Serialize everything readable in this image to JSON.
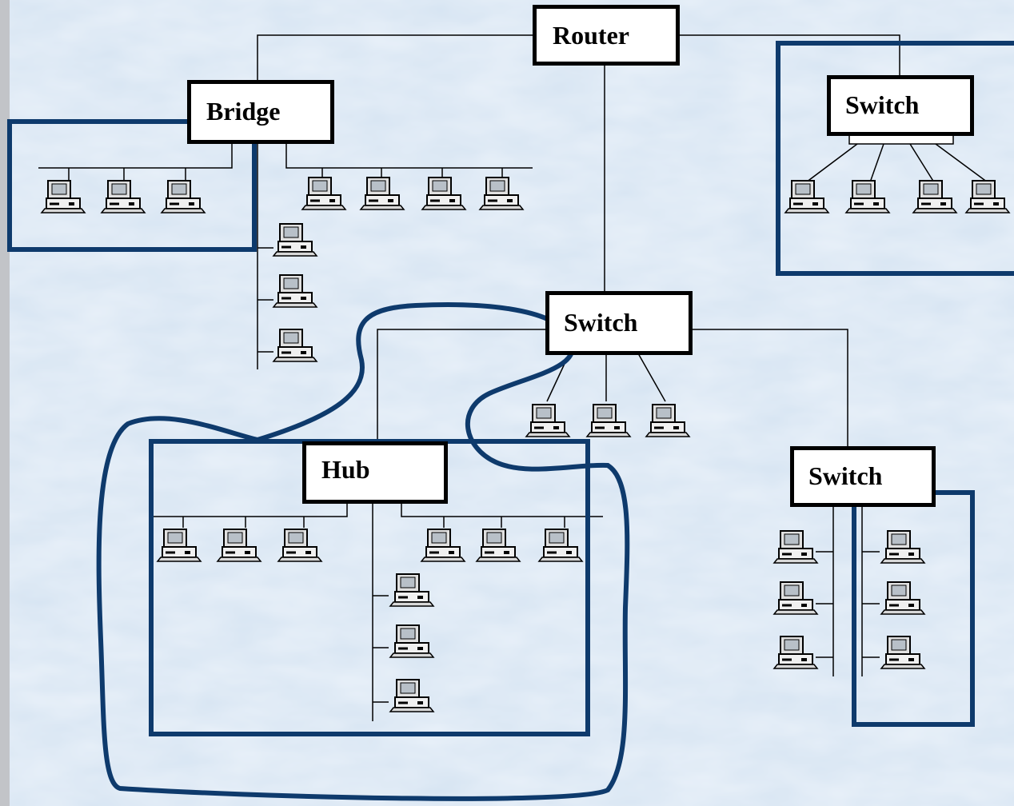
{
  "devices": {
    "router": "Router",
    "bridge": "Bridge",
    "switch_top_right": "Switch",
    "switch_center": "Switch",
    "hub": "Hub",
    "switch_bottom_right": "Switch"
  },
  "colors": {
    "background": "#dce8f4",
    "line": "#000000",
    "highlight": "#0e3a6c",
    "left_bar": "#c2c4c8"
  },
  "icons": {
    "computer": "desktop-computer-icon"
  }
}
